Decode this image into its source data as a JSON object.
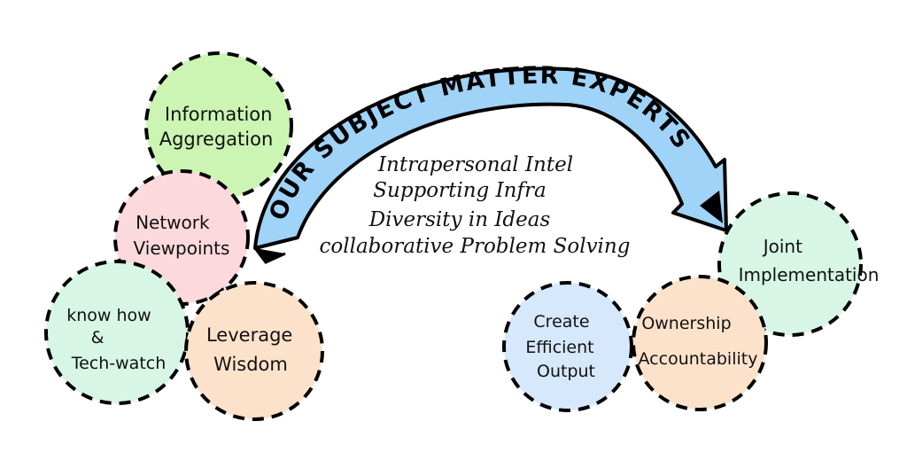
{
  "arrow": {
    "label": "OUR SUBJECT MATTER EXPERTS",
    "fill": "#9fd3f7"
  },
  "center_lines": [
    "Intrapersonal Intel",
    "Supporting Infra",
    "Diversity in Ideas",
    "collaborative Problem Solving"
  ],
  "left_bubbles": [
    {
      "lines": [
        "Information",
        "Aggregation"
      ],
      "fill": "#ccf5b3"
    },
    {
      "lines": [
        "Network",
        "Viewpoints"
      ],
      "fill": "#fbd9dd"
    },
    {
      "lines": [
        "know how",
        "&",
        "Tech-watch"
      ],
      "fill": "#d8f6e6"
    },
    {
      "lines": [
        "Leverage",
        "Wisdom"
      ],
      "fill": "#fde2cb"
    }
  ],
  "right_bubbles": [
    {
      "lines": [
        "Joint",
        "Implementation"
      ],
      "fill": "#d8f6e6"
    },
    {
      "lines": [
        "Ownership",
        "Accountability"
      ],
      "fill": "#fde2cb"
    },
    {
      "lines": [
        "Create",
        "Efficient",
        "Output"
      ],
      "fill": "#d6e8fb"
    }
  ]
}
